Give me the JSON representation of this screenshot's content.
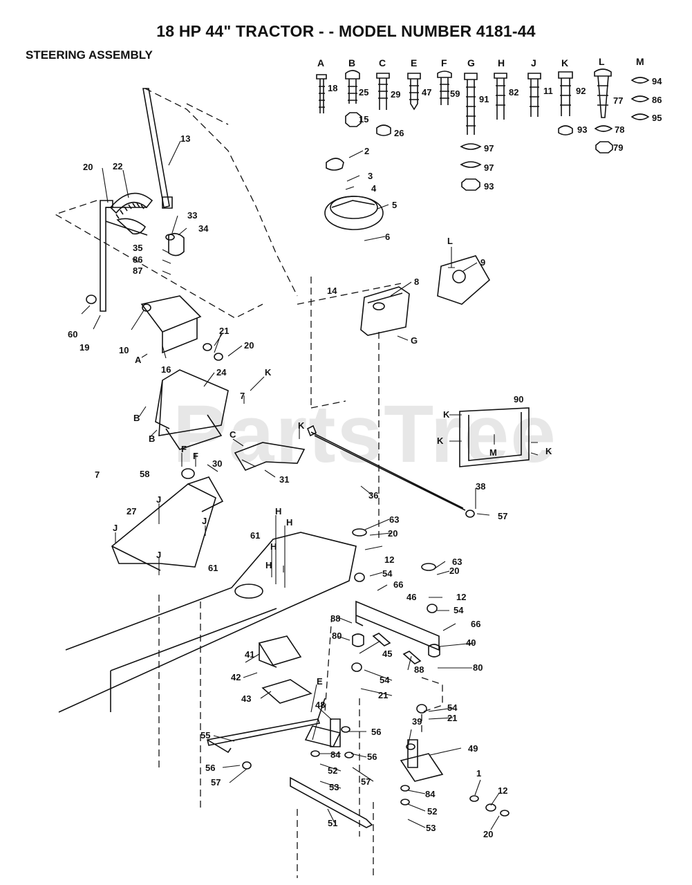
{
  "header": {
    "title": "18 HP 44\" TRACTOR - - MODEL NUMBER 4181-44",
    "subtitle": "STEERING ASSEMBLY"
  },
  "watermark": "PartsTree",
  "hardware_key": [
    {
      "letter": "A",
      "parts": [
        "18"
      ]
    },
    {
      "letter": "B",
      "parts": [
        "25",
        "15"
      ]
    },
    {
      "letter": "C",
      "parts": [
        "29",
        "26"
      ]
    },
    {
      "letter": "E",
      "parts": [
        "47"
      ]
    },
    {
      "letter": "F",
      "parts": [
        "59"
      ]
    },
    {
      "letter": "G",
      "parts": [
        "91",
        "97",
        "97",
        "93"
      ]
    },
    {
      "letter": "H",
      "parts": [
        "82"
      ]
    },
    {
      "letter": "J",
      "parts": [
        "11"
      ]
    },
    {
      "letter": "K",
      "parts": [
        "92",
        "93"
      ]
    },
    {
      "letter": "L",
      "parts": [
        "77",
        "78",
        "79"
      ]
    },
    {
      "letter": "M",
      "parts": [
        "94",
        "86",
        "95"
      ]
    }
  ],
  "callouts": {
    "c2": "2",
    "c3": "3",
    "c4": "4",
    "c5": "5",
    "c6": "6",
    "c8": "8",
    "c9": "9",
    "c13": "13",
    "c14": "14",
    "c20a": "20",
    "c22": "22",
    "c33": "33",
    "c34": "34",
    "c35": "35",
    "c86": "86",
    "c87": "87",
    "c60": "60",
    "c19": "19",
    "c10": "10",
    "c16": "16",
    "c21a": "21",
    "c20b": "20",
    "c24": "24",
    "c7a": "7",
    "c7b": "7",
    "c58": "58",
    "c30": "30",
    "c31": "31",
    "c27": "27",
    "c61a": "61",
    "c61b": "61",
    "c36": "36",
    "c38": "38",
    "c57a": "57",
    "c90": "90",
    "c63a": "63",
    "c20c": "20",
    "c12a": "12",
    "c54a": "54",
    "c66a": "66",
    "c63b": "63",
    "c20d": "20",
    "c12b": "12",
    "c46": "46",
    "c54b": "54",
    "c88a": "88",
    "c80a": "80",
    "c45": "45",
    "c88b": "88",
    "c66b": "66",
    "c40": "40",
    "c80b": "80",
    "c54c": "54",
    "c21b": "21",
    "c54d": "54",
    "c21c": "21",
    "c41": "41",
    "c42": "42",
    "c43": "43",
    "c48": "48",
    "c55": "55",
    "c56a": "56",
    "c56b": "56",
    "c56c": "56",
    "c84a": "84",
    "c52a": "52",
    "c53a": "53",
    "c57b": "57",
    "c57c": "57",
    "c51": "51",
    "c39": "39",
    "c49": "49",
    "c84b": "84",
    "c52b": "52",
    "c53b": "53",
    "c1": "1",
    "c12c": "12",
    "c20e": "20"
  },
  "letter_refs": {
    "G": "G",
    "L": "L",
    "A": "A",
    "K1": "K",
    "K2": "K",
    "K3": "K",
    "K4": "K",
    "K5": "K",
    "B1": "B",
    "B2": "B",
    "C": "C",
    "F1": "F",
    "F2": "F",
    "M": "M",
    "J1": "J",
    "J2": "J",
    "J3": "J",
    "J4": "J",
    "H1": "H",
    "H2": "H",
    "H3": "H",
    "H4": "H",
    "E": "E"
  }
}
